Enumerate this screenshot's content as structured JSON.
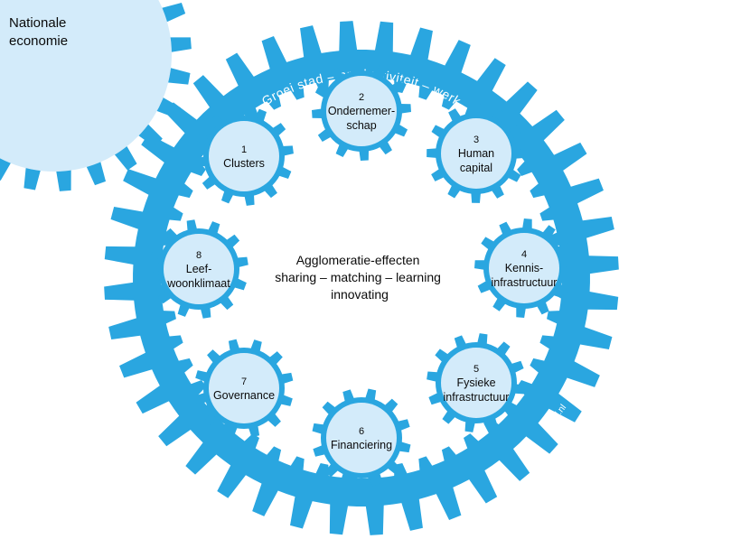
{
  "national": {
    "label_lines": [
      "Nationale",
      "economie"
    ]
  },
  "ring": {
    "title": "Groei stad – productiviteit – werk",
    "credit": "pbl.nl"
  },
  "center": {
    "lines": [
      "Agglomeratie-effecten",
      "sharing – matching – learning",
      "innovating"
    ]
  },
  "gears": [
    {
      "number": "1",
      "lines": [
        "Clusters"
      ]
    },
    {
      "number": "2",
      "lines": [
        "Ondernemer-",
        "schap"
      ]
    },
    {
      "number": "3",
      "lines": [
        "Human",
        "capital"
      ]
    },
    {
      "number": "4",
      "lines": [
        "Kennis-",
        "infrastructuur"
      ]
    },
    {
      "number": "5",
      "lines": [
        "Fysieke",
        "infrastructuur"
      ]
    },
    {
      "number": "6",
      "lines": [
        "Financiering"
      ]
    },
    {
      "number": "7",
      "lines": [
        "Governance"
      ]
    },
    {
      "number": "8",
      "lines": [
        "Leef-",
        "woonklimaat"
      ]
    }
  ],
  "colors": {
    "gear_blue": "#2aa6e0",
    "gear_fill": "#d3ebfa",
    "text": "#0a0a0a"
  }
}
